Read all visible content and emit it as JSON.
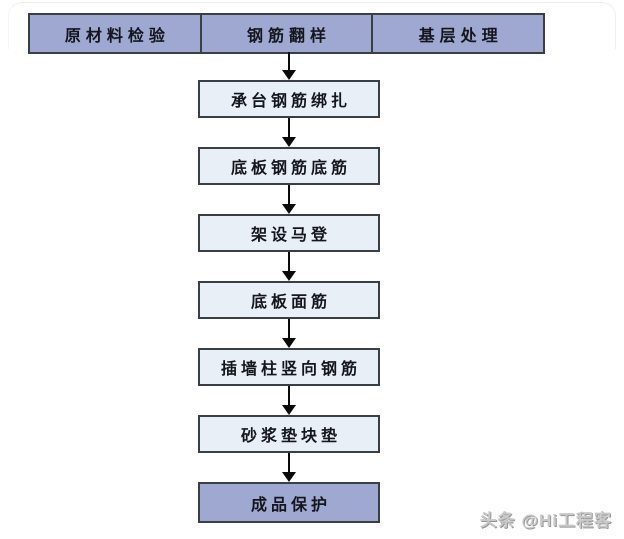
{
  "diagram": {
    "header_row": {
      "items": [
        {
          "label": "原材料检验"
        },
        {
          "label": "钢筋翻样"
        },
        {
          "label": "基层处理"
        }
      ]
    },
    "flow_steps": [
      {
        "label": "承台钢筋绑扎",
        "variant": "light"
      },
      {
        "label": "底板钢筋底筋",
        "variant": "light"
      },
      {
        "label": "架设马登",
        "variant": "light"
      },
      {
        "label": "底板面筋",
        "variant": "light"
      },
      {
        "label": "插墙柱竖向钢筋",
        "variant": "light"
      },
      {
        "label": "砂浆垫块垫",
        "variant": "light"
      },
      {
        "label": "成品保护",
        "variant": "accent"
      }
    ],
    "connector_style": "solid-black-arrow-down"
  },
  "watermark": {
    "text": "头条 @Hi工程客"
  },
  "colors": {
    "accent_fill": "#9fa8d0",
    "light_fill": "#e9eff7",
    "box_border": "#3a3f46",
    "arrow": "#0a0a0a",
    "text": "#14161c",
    "watermark_gray": "#9a9a9a"
  }
}
